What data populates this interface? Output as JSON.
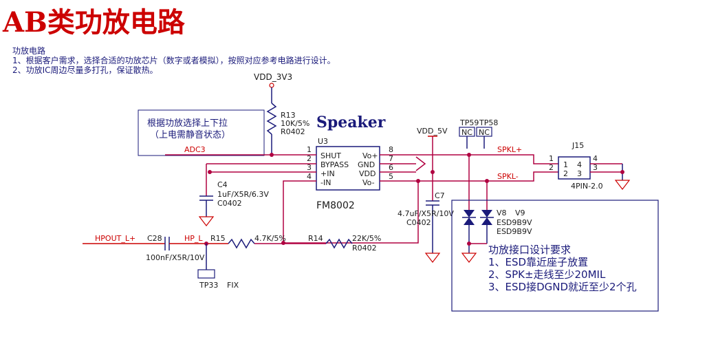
{
  "title": "AB类功放电路",
  "notes": {
    "line1": "功放电路",
    "line2": "1、根据客户需求，选择合适的功放芯片（数字或者模拟），按照对应参考电路进行设计。",
    "line3": "2、功放IC周边尽量多打孔，保证散热。"
  },
  "box1": {
    "line1": "根据功放选择上下拉",
    "line2": "（上电需静音状态）"
  },
  "speaker_label": "Speaker",
  "power": {
    "vdd_3v3": "VDD_3V3",
    "vdd_5v": "VDD_5V"
  },
  "r13": {
    "ref": "R13",
    "value": "10K/5%",
    "pkg": "R0402"
  },
  "u3": {
    "ref": "U3",
    "part": "FM8002",
    "left_pins": [
      {
        "num": "1",
        "name": "SHUT"
      },
      {
        "num": "2",
        "name": "BYPASS"
      },
      {
        "num": "3",
        "name": "+IN"
      },
      {
        "num": "4",
        "name": "-IN"
      }
    ],
    "right_pins": [
      {
        "num": "8",
        "name": "Vo+"
      },
      {
        "num": "7",
        "name": "GND"
      },
      {
        "num": "6",
        "name": "VDD"
      },
      {
        "num": "5",
        "name": "Vo-"
      }
    ]
  },
  "nets": {
    "adc3": "ADC3",
    "spkl_p": "SPKL+",
    "spkl_n": "SPKL-",
    "hpout": "HPOUT_L+",
    "hp_l": "HP_L"
  },
  "c4": {
    "ref": "C4",
    "value": "1uF/X5R/6.3V",
    "pkg": "C0402"
  },
  "c7": {
    "ref": "C7",
    "value": "4.7uF/X5R/10V",
    "pkg": "C0402"
  },
  "c28": {
    "ref": "C28",
    "value": "100nF/X5R/10V"
  },
  "r15": {
    "ref": "R15",
    "value": "4.7K/5%"
  },
  "r14": {
    "ref": "R14",
    "value": "22K/5%",
    "pkg": "R0402"
  },
  "tp": {
    "tp59": "TP59",
    "tp58": "TP58",
    "nc1": "NC",
    "nc2": "NC",
    "tp33": "TP33",
    "fix": "FIX"
  },
  "esd": {
    "v8": "V8",
    "v9": "V9",
    "part1": "ESD9B9V",
    "part2": "ESD9B9V"
  },
  "j15": {
    "ref": "J15",
    "part": "4PIN-2.0",
    "p1": "1",
    "p2": "2",
    "p3": "3",
    "p4": "4",
    "in1": "1",
    "in2": "2",
    "in3": "3",
    "in4": "4"
  },
  "req_box": {
    "title": "功放接口设计要求",
    "line1": "1、ESD靠近座子放置",
    "line2": "2、SPK±走线至少20MIL",
    "line3": "3、ESD接DGND就近至少2个孔"
  },
  "colors": {
    "wire_blue": "#1a1a7a",
    "net_red": "#cc0000",
    "junction": "#b00040"
  }
}
